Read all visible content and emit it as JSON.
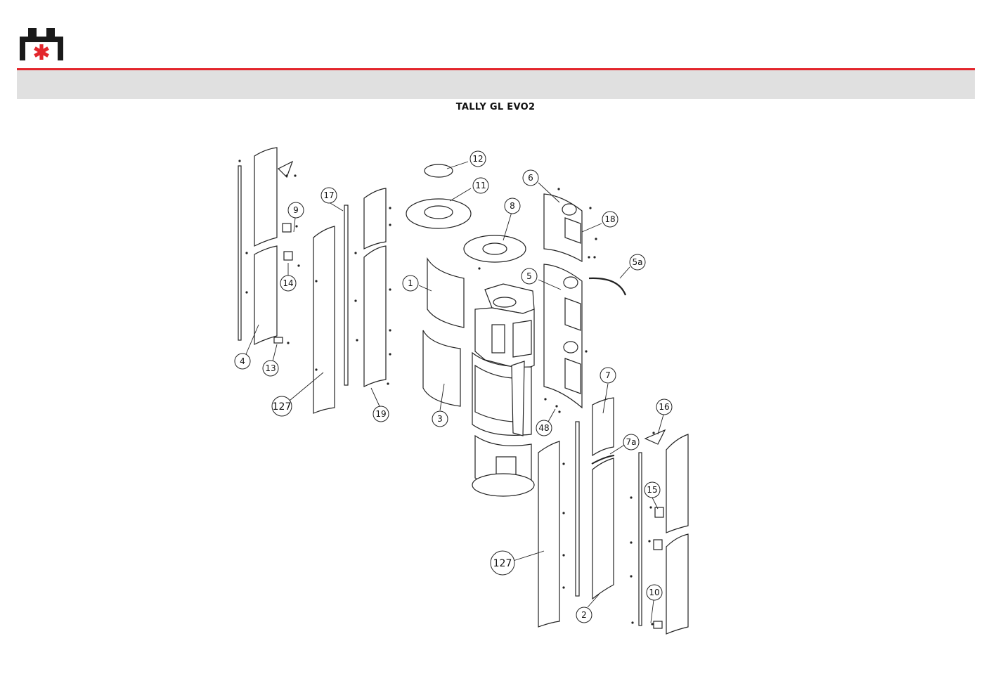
{
  "header": {
    "logo_icon": "brand-logo",
    "logo_colors": {
      "dark": "#1a1a1a",
      "accent": "#e3262c"
    },
    "rule_color": "#e3262c",
    "band_color": "#e0e0e0"
  },
  "diagram": {
    "title": "TALLY GL EVO2",
    "callouts": [
      "12",
      "11",
      "8",
      "6",
      "18",
      "5a",
      "5",
      "1",
      "9",
      "14",
      "4",
      "13",
      "17",
      "127",
      "19",
      "3",
      "7",
      "48",
      "16",
      "7a",
      "15",
      "127",
      "2",
      "10"
    ]
  }
}
